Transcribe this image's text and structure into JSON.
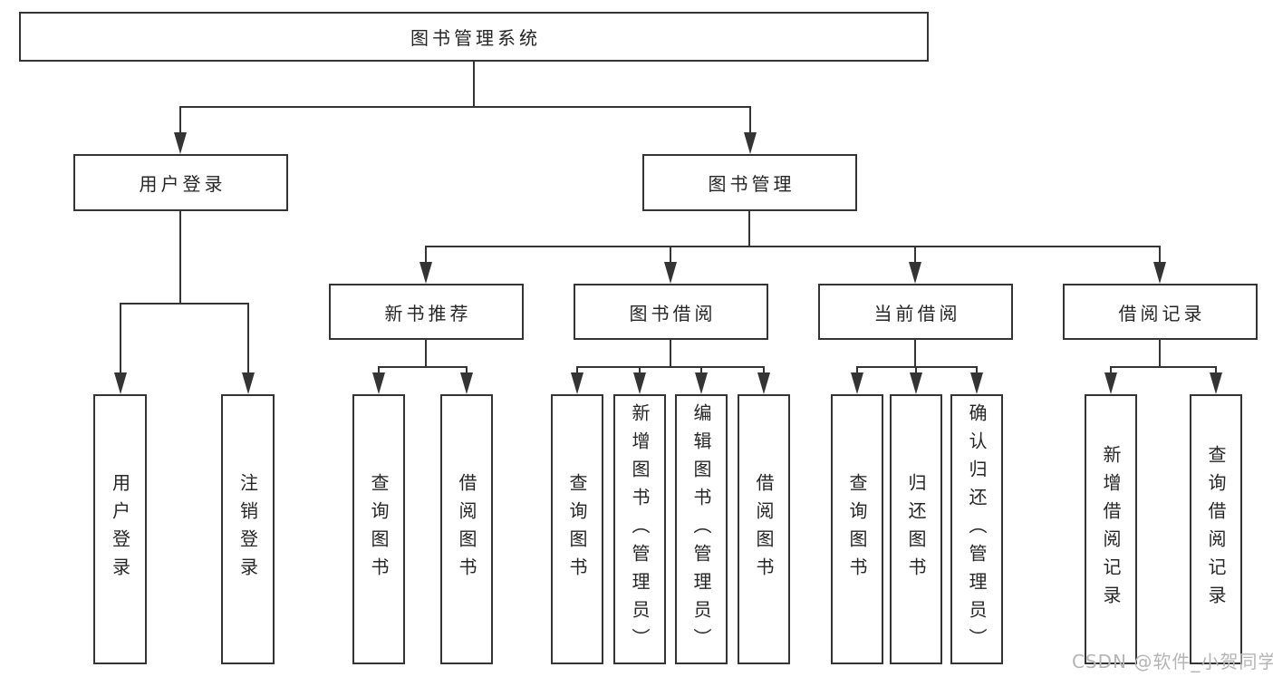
{
  "tree": {
    "label": "图书管理系统",
    "children": [
      {
        "label": "用户登录",
        "children": [
          {
            "label": "用户登录"
          },
          {
            "label": "注销登录"
          }
        ]
      },
      {
        "label": "图书管理",
        "children": [
          {
            "label": "新书推荐",
            "children": [
              {
                "label": "查询图书"
              },
              {
                "label": "借阅图书"
              }
            ]
          },
          {
            "label": "图书借阅",
            "children": [
              {
                "label": "查询图书"
              },
              {
                "label": "新增图书（管理员）"
              },
              {
                "label": "编辑图书（管理员）"
              },
              {
                "label": "借阅图书"
              }
            ]
          },
          {
            "label": "当前借阅",
            "children": [
              {
                "label": "查询图书"
              },
              {
                "label": "归还图书"
              },
              {
                "label": "确认归还（管理员）"
              }
            ]
          },
          {
            "label": "借阅记录",
            "children": [
              {
                "label": "新增借阅记录"
              },
              {
                "label": "查询借阅记录"
              }
            ]
          }
        ]
      }
    ]
  },
  "watermark": "CSDN @软件_小贺同学",
  "colors": {
    "stroke": "#343434",
    "text": "#262626",
    "watermark": "#b5b5b5",
    "background": "#ffffff"
  }
}
